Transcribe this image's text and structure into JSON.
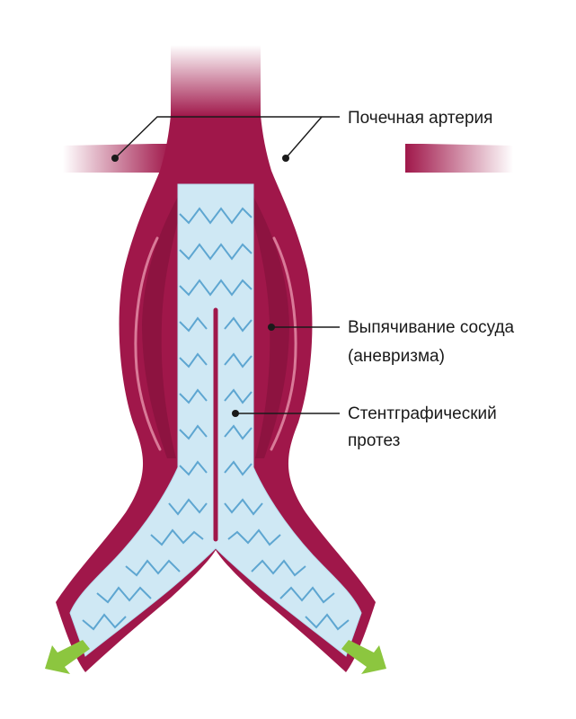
{
  "labels": {
    "renal_artery": "Почечная артерия",
    "aneurysm_line1": "Выпячивание сосуда",
    "aneurysm_line2": "(аневризма)",
    "stent_line1": "Стентграфический",
    "stent_line2": "протез"
  },
  "colors": {
    "vessel": "#a0174a",
    "vessel_dark": "#7e1039",
    "vessel_highlight": "#d97a98",
    "stent_fill": "#cfe8f4",
    "stent_wire": "#5ea6d1",
    "arrow": "#8cc63f",
    "leader_line": "#1a1a1a"
  }
}
